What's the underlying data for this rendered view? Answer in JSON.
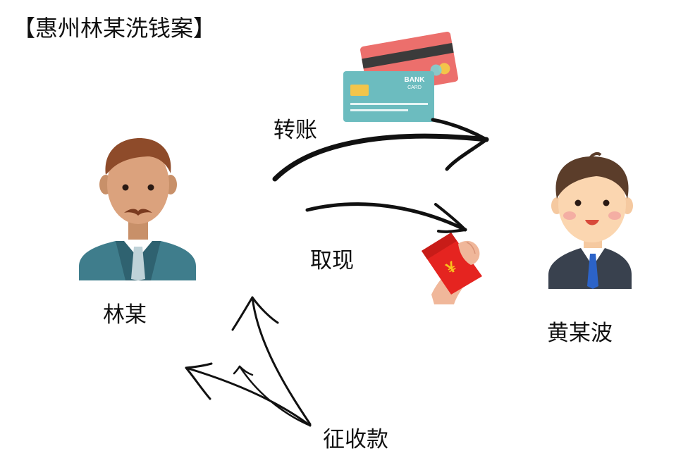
{
  "title": "【惠州林某洗钱案】",
  "people": {
    "left": {
      "name": "林某",
      "icon": "businessman-mustache-icon"
    },
    "right": {
      "name": "黄某波",
      "icon": "young-man-icon"
    }
  },
  "flows": {
    "transfer": {
      "label": "转账",
      "icon": "bank-card-icon"
    },
    "withdraw": {
      "label": "取现",
      "icon": "red-envelope-icon"
    },
    "collect": {
      "label": "征收款"
    }
  },
  "card": {
    "line1": "BANK",
    "line2": "CARD"
  },
  "envelope": {
    "symbol": "¥"
  },
  "colors": {
    "card_front": "#6cbcbf",
    "card_back": "#ec6f6c",
    "envelope": "#e52420",
    "envelope_symbol": "#f9c31c",
    "suit_left": "#3f7d8c",
    "suit_right": "#39414e",
    "tie_right": "#2c63c8",
    "arrow": "#111111"
  }
}
